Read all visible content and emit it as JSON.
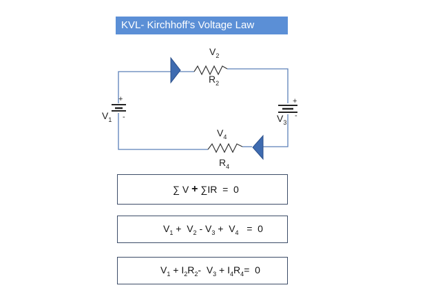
{
  "title": "KVL- Kirchhoff’s Voltage Law",
  "circuit": {
    "resistor_top_voltage": "V",
    "resistor_top_voltage_sub": "2",
    "resistor_top_name": "R",
    "resistor_top_name_sub": "2",
    "resistor_bottom_voltage": "V",
    "resistor_bottom_voltage_sub": "4",
    "resistor_bottom_name": "R",
    "resistor_bottom_name_sub": "4",
    "battery_left_name": "V",
    "battery_left_sub": "1",
    "battery_left_plus": "+",
    "battery_left_minus": "-",
    "battery_right_name": "V",
    "battery_right_sub": "3",
    "battery_right_plus": "+",
    "battery_right_minus": "-"
  },
  "equations": {
    "eq1": {
      "sum_v": "∑ V ",
      "plus": "+",
      "sum_ir": " ∑IR  =  0"
    },
    "eq2": {
      "v": "V",
      "s1": "1",
      "t1": " +  V",
      "s2": "2",
      "t2": " - V",
      "s3": "3",
      "t3": " +  V",
      "s4": "4",
      "t4": "   =  0"
    },
    "eq3": {
      "v": "V",
      "s1": "1",
      "t1": " + I",
      "s2": "2",
      "t2": "R",
      "s3": "2",
      "t3": "-  V",
      "s4": "3",
      "t4": " + I",
      "s5": "4",
      "t5": "R",
      "s6": "4",
      "t6": "=  0"
    }
  },
  "colors": {
    "title_bg": "#5b8fd6",
    "wire": "#5a7fb8",
    "arrow": "#3e6bb0"
  }
}
